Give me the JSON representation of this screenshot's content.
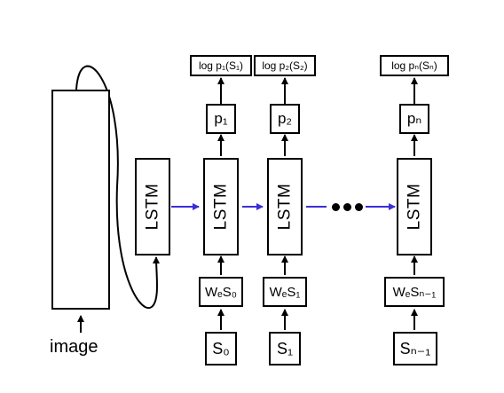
{
  "image_label": "image",
  "lstm_label": "LSTM",
  "columns": [
    {
      "log": "log p₁(S₁)",
      "p": "p₁",
      "we": "WₑS₀",
      "s": "S₀"
    },
    {
      "log": "log p₂(S₂)",
      "p": "p₂",
      "we": "WₑS₁",
      "s": "S₁"
    },
    {
      "log": "log pₙ(Sₙ)",
      "p": "pₙ",
      "we": "WₑSₙ₋₁",
      "s": "Sₙ₋₁"
    }
  ],
  "colors": {
    "recurrent_arrow": "#3b2fd8",
    "line": "#000000"
  }
}
